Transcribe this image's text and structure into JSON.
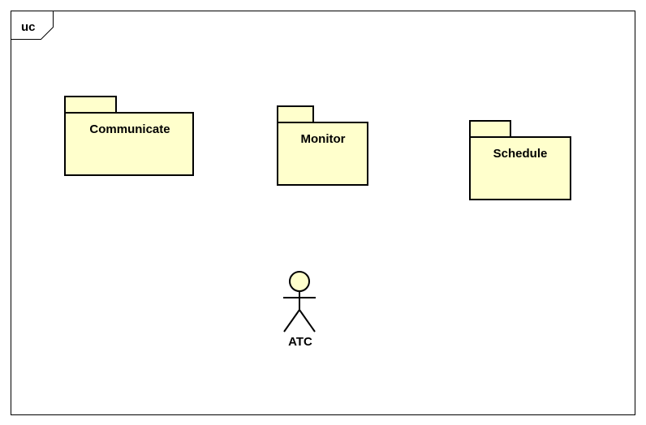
{
  "diagram": {
    "type": "uml-use-case",
    "frame_label": "uc",
    "packages": [
      {
        "name": "Communicate"
      },
      {
        "name": "Monitor"
      },
      {
        "name": "Schedule"
      }
    ],
    "actor": {
      "name": "ATC"
    }
  },
  "colors": {
    "package_fill": "#FFFFCC",
    "actor_fill": "#FFFFCC",
    "stroke": "#000000",
    "background": "#FFFFFF"
  }
}
